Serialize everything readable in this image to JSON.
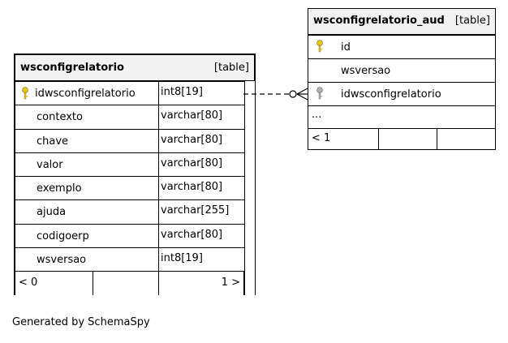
{
  "table_main": {
    "name": "wsconfigrelatorio",
    "type_label": "[table]",
    "columns": [
      {
        "name": "idwsconfigrelatorio",
        "type": "int8[19]"
      },
      {
        "name": "contexto",
        "type": "varchar[80]"
      },
      {
        "name": "chave",
        "type": "varchar[80]"
      },
      {
        "name": "valor",
        "type": "varchar[80]"
      },
      {
        "name": "exemplo",
        "type": "varchar[80]"
      },
      {
        "name": "ajuda",
        "type": "varchar[255]"
      },
      {
        "name": "codigoerp",
        "type": "varchar[80]"
      },
      {
        "name": "wsversao",
        "type": "int8[19]"
      }
    ],
    "footer_left": "< 0",
    "footer_right": "1 >"
  },
  "table_aud": {
    "name": "wsconfigrelatorio_aud",
    "type_label": "[table]",
    "columns": [
      {
        "name": "id"
      },
      {
        "name": "wsversao"
      },
      {
        "name": "idwsconfigrelatorio"
      }
    ],
    "more": "...",
    "footer_left": "< 1"
  },
  "generated_by": "Generated by SchemaSpy",
  "colors": {
    "primary_key": "#e8c800",
    "foreign_key": "#b0b0b0",
    "header_bg": "#f2f2f2"
  }
}
